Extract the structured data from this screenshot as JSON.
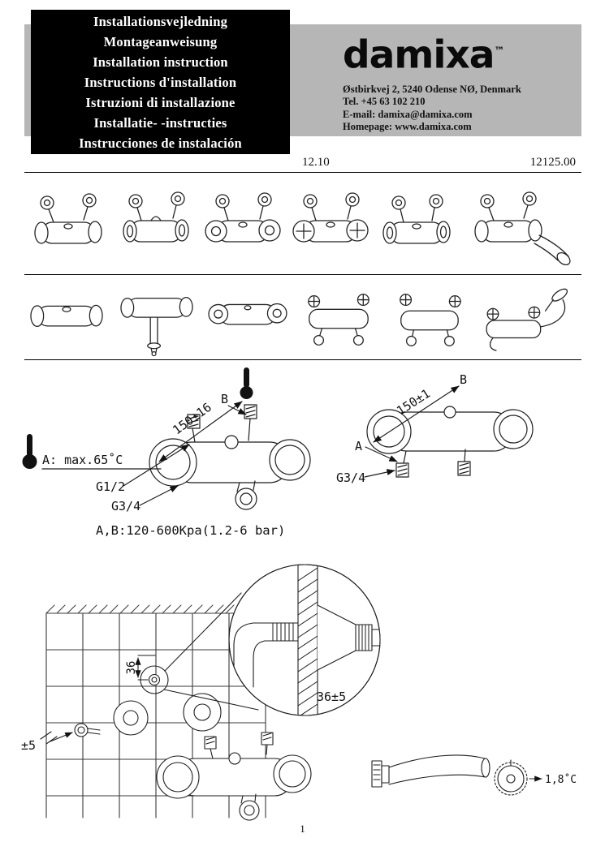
{
  "header": {
    "titles": [
      "Installationsvejledning",
      "Montageanweisung",
      "Installation instruction",
      "Instructions d'installation",
      "Istruzioni di installazione",
      "Installatie- -instructies",
      "Instrucciones de instalación"
    ],
    "brand": "damixa",
    "trademark": "™",
    "address_line1": "Østbirkvej 2, 5240 Odense NØ, Denmark",
    "address_line2": "Tel. +45 63 102 210",
    "address_line3": "E-mail: damixa@damixa.com",
    "address_line4": "Homepage: www.damixa.com"
  },
  "meta": {
    "date": "12.10",
    "doc_number": "12125.00"
  },
  "dimensions": {
    "left": {
      "b_label": "B",
      "span": "150±16",
      "temp_max": "A:  max.65˚C",
      "thread_inlet": "G1/2",
      "thread_outlet": "G3/4"
    },
    "right": {
      "b_label": "B",
      "a_label": "A",
      "span": "150±1",
      "thread": "G3/4"
    },
    "pressure_note": "A,B:120-600Kpa(1.2-6 bar)"
  },
  "installation": {
    "depth": "36",
    "tolerance": "±5",
    "detail_dim": "36±5",
    "temp_step": "1,8˚C"
  },
  "footer": {
    "page": "1"
  }
}
